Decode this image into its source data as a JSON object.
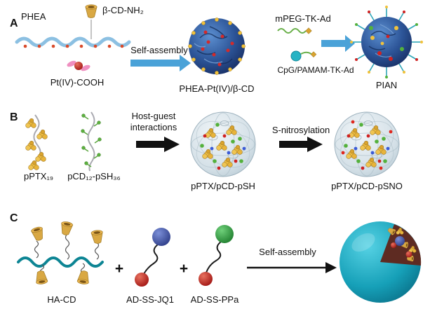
{
  "figure": {
    "panel_a": {
      "panel_label": "A",
      "phea": "PHEA",
      "beta_cd": "β-CD-NH₂",
      "pt_iv": "Pt(IV)-COOH",
      "step1_arrow": "Self-assembly",
      "intermediate": "PHEA-Pt(IV)/β-CD",
      "mpeg": "mPEG-TK-Ad",
      "cpg_pamam": "CpG/PAMAM-TK-Ad",
      "product": "PIAN"
    },
    "panel_b": {
      "panel_label": "B",
      "pptx": "pPTX₁₉",
      "pcd_psh": "pCD₁₂-pSH₃₆",
      "step1_arrow_line1": "Host-guest",
      "step1_arrow_line2": "interactions",
      "intermediate": "pPTX/pCD-pSH",
      "step2_arrow": "S-nitrosylation",
      "product": "pPTX/pCD-pSNO"
    },
    "panel_c": {
      "panel_label": "C",
      "ha_cd": "HA-CD",
      "plus": "+",
      "jq1": "AD-SS-JQ1",
      "ppa": "AD-SS-PPa",
      "step_arrow": "Self-assembly"
    }
  },
  "colors": {
    "arrow_blue": "#4aa2d8",
    "chain_blue": "#8cc0e2",
    "sphere_navy": "#1b3a6e",
    "mesh_gray": "#c3d4dc",
    "polymer_teal": "#0d8594",
    "nanoparticle_teal": "#0b7e97",
    "yellow": "#e8b43a",
    "green": "#4caf50",
    "red": "#c62828",
    "black": "#111111"
  }
}
